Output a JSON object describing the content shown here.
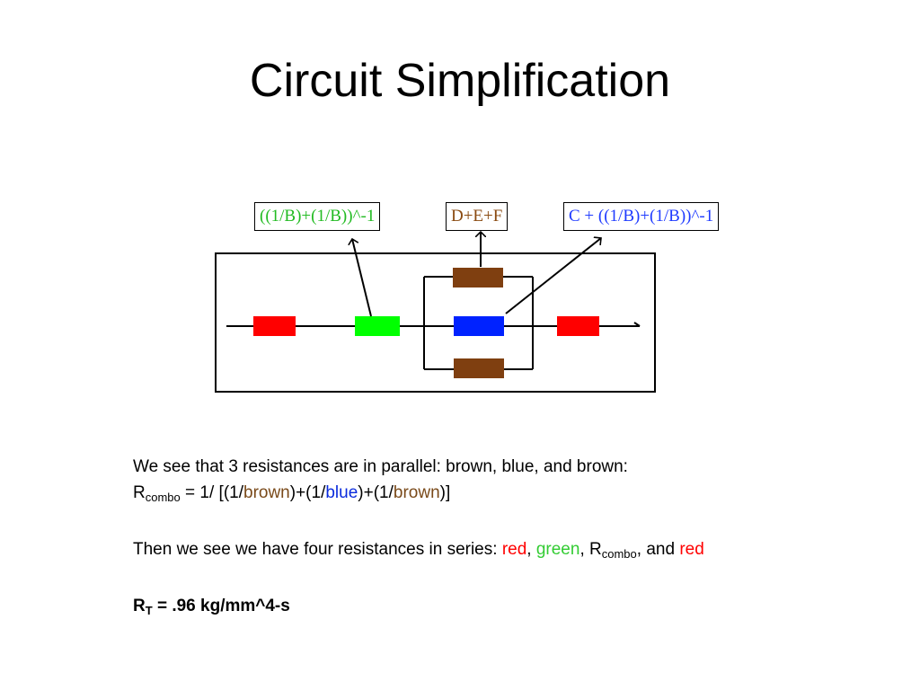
{
  "slide": {
    "title": "Circuit Simplification"
  },
  "diagram": {
    "labels": {
      "green": "((1/B)+(1/B))^-1",
      "brown": "D+E+F",
      "blue": "C + ((1/B)+(1/B))^-1"
    },
    "resistors": [
      "red",
      "green",
      "brown",
      "blue",
      "brown",
      "red"
    ],
    "colors": {
      "red": "#ff0000",
      "green": "#00ff00",
      "brown": "#7f3f10",
      "blue": "#0022ff"
    }
  },
  "text": {
    "line1": "We see that 3 resistances are in parallel: brown, blue, and brown:",
    "rcombo_R": "R",
    "rcombo_sub": "combo",
    "rcombo_eq": " = 1/ [(1/",
    "brown1": "brown",
    "mid1": ")+(1/",
    "blue": "blue",
    "mid2": ")+(1/",
    "brown2": "brown",
    "end1": ")]",
    "series_prefix": "Then we see we have four resistances in series: ",
    "red1": "red",
    "comma1": ", ",
    "green": "green",
    "comma2": ", ",
    "series_R": "R",
    "series_sub": "combo",
    "and_text": ", and ",
    "red2": "red",
    "rt_R": "R",
    "rt_sub": "T",
    "rt_value": " = .96 kg/mm^4-s"
  }
}
